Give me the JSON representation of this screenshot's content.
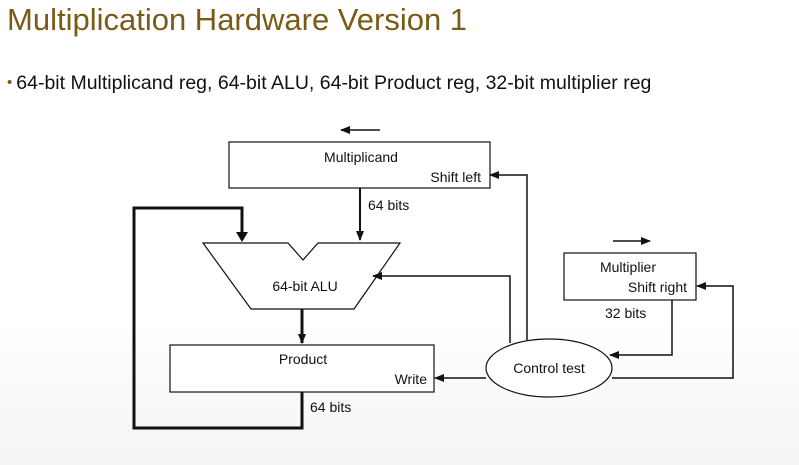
{
  "slide": {
    "title": "Multiplication Hardware Version 1",
    "bullet": "64-bit Multiplicand reg, 64-bit ALU, 64-bit Product reg, 32-bit multiplier reg"
  },
  "diagram": {
    "multiplicand": {
      "name": "Multiplicand",
      "op": "Shift left"
    },
    "alu": {
      "name": "64-bit ALU"
    },
    "product": {
      "name": "Product",
      "op": "Write"
    },
    "multiplier": {
      "name": "Multiplier",
      "op": "Shift right"
    },
    "control": {
      "name": "Control test"
    },
    "width_multiplicand": "64 bits",
    "width_product": "64 bits",
    "width_multiplier": "32 bits"
  }
}
